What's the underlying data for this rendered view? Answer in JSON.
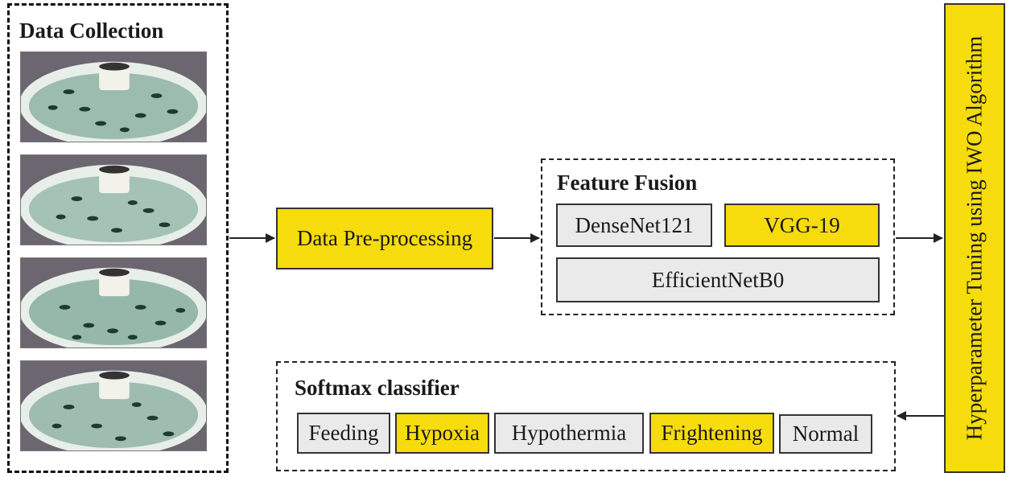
{
  "data_collection": {
    "title": "Data Collection",
    "images": [
      "fish-tank-photo",
      "fish-tank-photo",
      "fish-tank-photo",
      "fish-tank-photo"
    ]
  },
  "preprocessing": {
    "label": "Data Pre-processing"
  },
  "feature_fusion": {
    "title": "Feature Fusion",
    "models": [
      "DenseNet121",
      "VGG-19",
      "EfficientNetB0"
    ]
  },
  "hyperparameter": {
    "label": "Hyperparameter Tuning using IWO Algorithm"
  },
  "classifier": {
    "title": "Softmax classifier",
    "classes": [
      "Feeding",
      "Hypoxia",
      "Hypothermia",
      "Frightening",
      "Normal"
    ]
  },
  "colors": {
    "highlight": "#f6dc0c",
    "neutral": "#eaeaea"
  }
}
